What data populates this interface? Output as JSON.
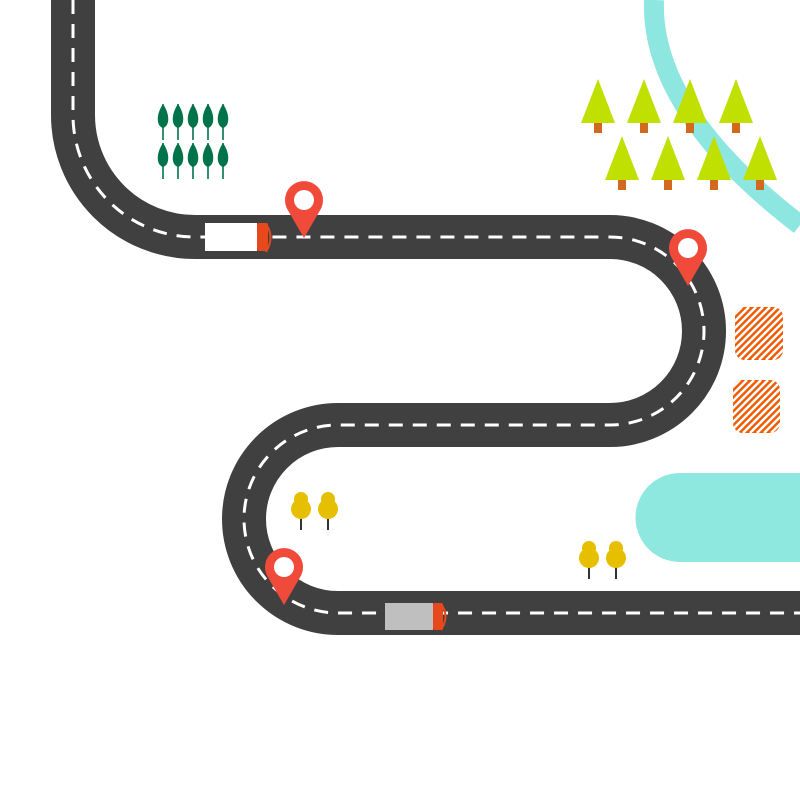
{
  "palette": {
    "background": "#ffffff",
    "road": "#404040",
    "road_marking": "#ffffff",
    "river": "#8de6df",
    "lake": "#8ee8df",
    "pine_tree": "#bfe000",
    "pine_trunk": "#d2691e",
    "cypress_tree": "#00734a",
    "round_tree": "#e6c000",
    "tree_trunk": "#333333",
    "field": "#f05a00",
    "field_stripes": "#ffffff",
    "map_pin": "#f04a3a",
    "pin_hole": "#ffffff",
    "truck_body_white": "#ffffff",
    "truck_body_grey": "#bfbfbf",
    "truck_cab": "#e8491c"
  },
  "scene": {
    "road": {
      "marking": "dashed-center-line"
    },
    "map_pins": {
      "count": 4,
      "icon": "map-pin-icon"
    },
    "trucks": [
      {
        "icon": "truck-icon",
        "body": "white",
        "heading": "right"
      },
      {
        "icon": "truck-icon",
        "body": "grey",
        "heading": "right"
      }
    ],
    "pine_grove": {
      "icon": "pine-tree-icon",
      "count": 8
    },
    "cypress_grove": {
      "icon": "cypress-tree-icon",
      "count": 10
    },
    "round_trees": {
      "icon": "round-tree-icon",
      "count": 4
    },
    "fields": {
      "icon": "striped-field-icon",
      "count": 2
    },
    "water": [
      "river",
      "lake"
    ]
  }
}
